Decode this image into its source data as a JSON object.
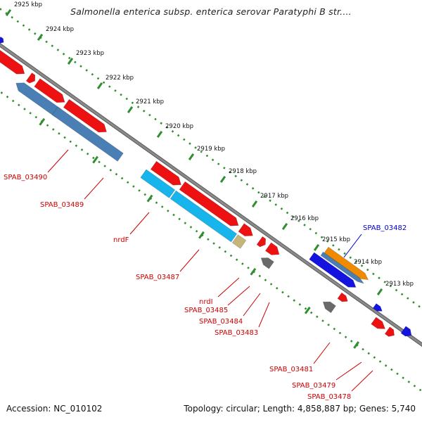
{
  "title": "Salmonella enterica subsp. enterica serovar Paratyphi B str....",
  "footer": {
    "accession": "Accession: NC_010102",
    "stats": "Topology: circular; Length: 4,858,887 bp; Genes: 5,740"
  },
  "colors": {
    "backbone": "#8a8a8a",
    "tick_dots": "#2f8f2f",
    "cds_forward": "#ee1111",
    "cds_reverse": "#4a7fb5",
    "highlight_cyan": "#18b4ec",
    "highlight_tan": "#c6b478",
    "gene_dark": "#6a6a6a",
    "gene_blue": "#1414e0",
    "gene_orange": "#f08a00",
    "label_red": "#cc0000",
    "label_blue": "#0000cc"
  },
  "ticks": [
    "2925 kbp",
    "2924 kbp",
    "2923 kbp",
    "2922 kbp",
    "2921 kbp",
    "2920 kbp",
    "2919 kbp",
    "2918 kbp",
    "2917 kbp",
    "2916 kbp",
    "2915 kbp",
    "2914 kbp",
    "2913 kbp"
  ],
  "gene_labels": [
    {
      "text": "SPAB_03490",
      "color": "red"
    },
    {
      "text": "SPAB_03489",
      "color": "red"
    },
    {
      "text": "nrdF",
      "color": "red"
    },
    {
      "text": "SPAB_03487",
      "color": "red"
    },
    {
      "text": "nrdI",
      "color": "red"
    },
    {
      "text": "SPAB_03485",
      "color": "red"
    },
    {
      "text": "SPAB_03484",
      "color": "red"
    },
    {
      "text": "SPAB_03483",
      "color": "red"
    },
    {
      "text": "SPAB_03482",
      "color": "blue"
    },
    {
      "text": "SPAB_03481",
      "color": "red"
    },
    {
      "text": "SPAB_03479",
      "color": "red"
    },
    {
      "text": "SPAB_03478",
      "color": "red"
    }
  ]
}
